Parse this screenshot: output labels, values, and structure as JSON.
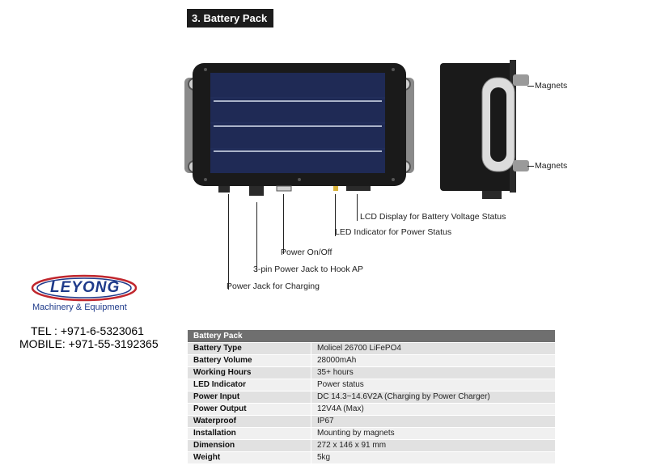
{
  "section_title": "3. Battery Pack",
  "callouts": {
    "magnets_top": "Magnets",
    "magnets_bottom": "Magnets",
    "lcd_display": "LCD Display for Battery Voltage Status",
    "led_indicator": "LED Indicator for Power Status",
    "power_on_off": "Power On/Off",
    "pin_jack": "3-pin Power Jack to Hook AP",
    "charging_jack": "Power Jack for Charging"
  },
  "company": {
    "logo_name": "LEYONG",
    "logo_sub": "Machinery & Equipment",
    "tel": "TEL : +971-6-5323061",
    "mobile": "MOBILE: +971-55-3192365"
  },
  "spec_table": {
    "header": "Battery Pack",
    "rows": [
      {
        "label": "Battery Type",
        "value": "Molicel 26700 LiFePO4"
      },
      {
        "label": "Battery Volume",
        "value": "28000mAh"
      },
      {
        "label": "Working Hours",
        "value": "35+ hours"
      },
      {
        "label": "LED Indicator",
        "value": "Power status"
      },
      {
        "label": "Power Input",
        "value": "DC 14.3~14.6V2A (Charging by Power Charger)"
      },
      {
        "label": "Power Output",
        "value": "12V4A (Max)"
      },
      {
        "label": "Waterproof",
        "value": "IP67"
      },
      {
        "label": "Installation",
        "value": "Mounting by magnets"
      },
      {
        "label": "Dimension",
        "value": "272 x 146 x 91 mm"
      },
      {
        "label": "Weight",
        "value": "5kg"
      }
    ]
  },
  "colors": {
    "title_bg": "#1c1c1c",
    "logo_blue": "#1e3a8a",
    "logo_ring_red": "#c0262d",
    "table_header": "#6f6f6f"
  }
}
